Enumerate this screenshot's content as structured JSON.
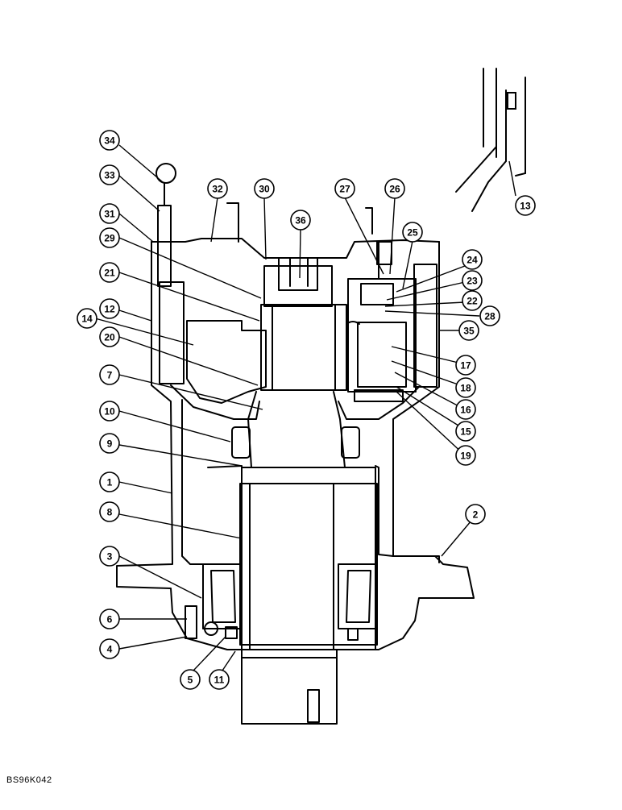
{
  "drawing": {
    "code": "BS96K042",
    "callouts": [
      "1",
      "2",
      "3",
      "4",
      "5",
      "6",
      "7",
      "8",
      "9",
      "10",
      "11",
      "12",
      "13",
      "14",
      "15",
      "16",
      "17",
      "18",
      "19",
      "20",
      "21",
      "22",
      "23",
      "24",
      "25",
      "26",
      "27",
      "28",
      "29",
      "30",
      "31",
      "32",
      "33",
      "34",
      "35",
      "36"
    ]
  },
  "colors": {
    "ink": "#000000",
    "paper": "#ffffff"
  }
}
